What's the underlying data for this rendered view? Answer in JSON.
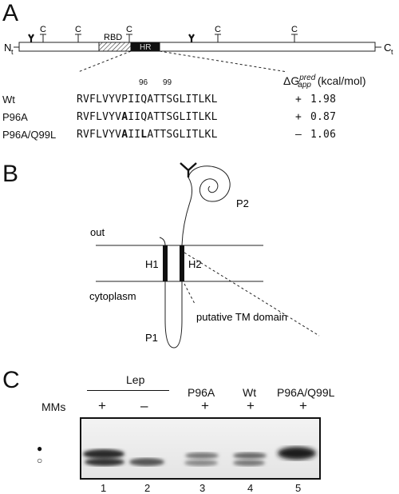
{
  "panel_a": {
    "letter": "A",
    "n_terminus": "N",
    "c_terminus": "C",
    "terminus_sub": "t",
    "glyco_mark": "Y",
    "cys_mark": "C",
    "rbd_label": "RBD",
    "hr_label": "HR",
    "residue_numbers": [
      "96",
      "99"
    ],
    "delta_g_header": {
      "prefix": "ΔG",
      "sup": "pred",
      "sub": "app",
      "unit": "(kcal/mol)"
    },
    "rows": [
      {
        "name": "Wt",
        "seq_before": "RVFLVYVP",
        "mut1": "I",
        "seq_mid": "IQ",
        "mut2": "",
        "seq_after": "ATTSGLITLKL",
        "sign": "+",
        "value": "1.98"
      },
      {
        "name": "P96A",
        "seq_before": "RVFLVYV",
        "mut1": "A",
        "seq_mid": "IIQ",
        "mut2": "",
        "seq_after": "ATTSGLITLKL",
        "sign": "+",
        "value": "0.87"
      },
      {
        "name": "P96A/Q99L",
        "seq_before": "RVFLVYV",
        "mut1": "A",
        "seq_mid": "II",
        "mut2": "L",
        "seq_after": "ATTSGLITLKL",
        "sign": "–",
        "value": "1.06"
      }
    ]
  },
  "panel_b": {
    "letter": "B",
    "out": "out",
    "cytoplasm": "cytoplasm",
    "h1": "H1",
    "h2": "H2",
    "p1": "P1",
    "p2": "P2",
    "tm_label": "putative TM domain"
  },
  "panel_c": {
    "letter": "C",
    "lep_label": "Lep",
    "mms_label": "MMs",
    "column_headers": [
      "",
      "",
      "P96A",
      "Wt",
      "P96A/Q99L"
    ],
    "mms_marks": [
      "+",
      "–",
      "+",
      "+",
      "+"
    ],
    "lane_numbers": [
      "1",
      "2",
      "3",
      "4",
      "5"
    ],
    "glycosylated_marker": "●",
    "unglycosylated_marker": "○"
  }
}
